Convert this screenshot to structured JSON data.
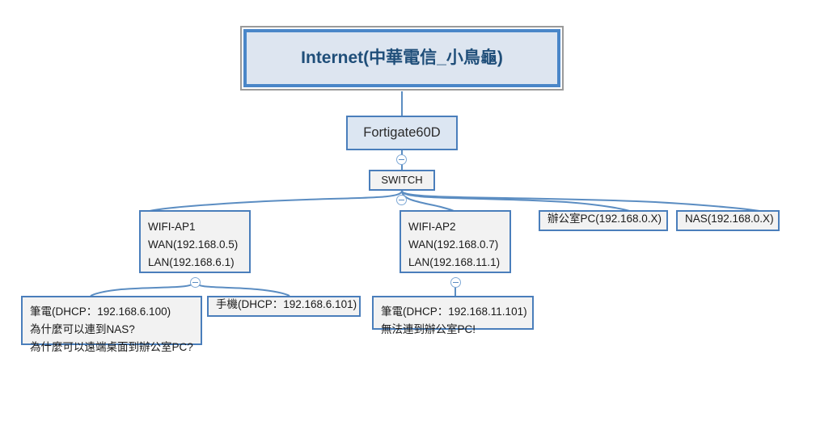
{
  "diagram": {
    "title_node": {
      "label": "Internet(中華電信_小鳥龜)"
    },
    "firewall": {
      "label": "Fortigate60D"
    },
    "switch": {
      "label": "SWITCH"
    },
    "ap1": {
      "name": "WIFI-AP1",
      "wan": "WAN(192.168.0.5)",
      "lan": "LAN(192.168.6.1)"
    },
    "ap2": {
      "name": "WIFI-AP2",
      "wan": "WAN(192.168.0.7)",
      "lan": "LAN(192.168.11.1)"
    },
    "office_pc": {
      "label": "辦公室PC(192.168.0.X)"
    },
    "nas": {
      "label": "NAS(192.168.0.X)"
    },
    "laptop1": {
      "line1": "筆電(DHCP：192.168.6.100)",
      "line2": "為什麼可以連到NAS?",
      "line3": "為什麼可以遠端桌面到辦公室PC?"
    },
    "phone1": {
      "label": "手機(DHCP：192.168.6.101)"
    },
    "laptop2": {
      "line1": "筆電(DHCP：192.168.11.101)",
      "line2": "無法連到辦公室PC!"
    },
    "toggles": {
      "switch_toggle": "collapse-minus",
      "ap1_toggle": "collapse-minus",
      "ap2_toggle": "collapse-minus"
    },
    "colors": {
      "edge": "#5b8dc2",
      "node_border": "#4a7ebb",
      "node_fill": "#f2f2f2",
      "root_fill": "#dde5f0",
      "root_text": "#1f4e79",
      "firewall_fill": "#dce6f2",
      "background": "#ffffff"
    }
  }
}
